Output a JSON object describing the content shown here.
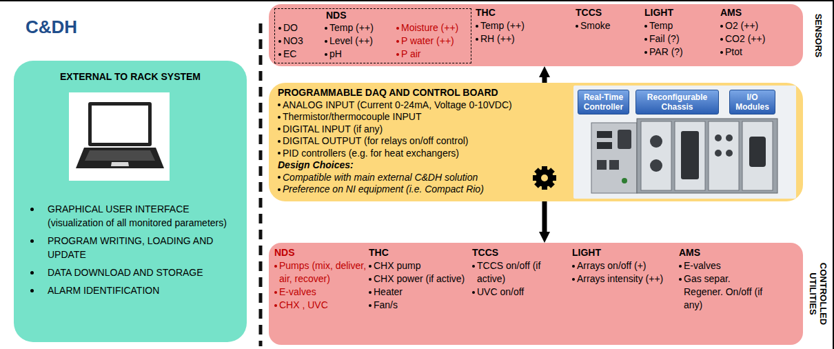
{
  "diagram": {
    "title": "C&DH",
    "nodes": [
      {
        "text": [
          "EXTERNAL TO RACK SYSTEM",
          "GRAPHICAL USER INTERFACE (visualization of all monitored parameters)",
          "PROGRAM WRITING, LOADING AND UPDATE",
          "DATA DOWNLOAD AND STORAGE",
          "ALARM IDENTIFICATION"
        ]
      },
      {
        "text": [
          "SENSORS",
          "THC",
          "Temp (++)",
          "RH (++)",
          "TCCS",
          "Smoke",
          "LIGHT",
          "Temp",
          "Fail (?)",
          "PAR (?)",
          "AMS",
          "O2 (++)",
          "CO2 (++)",
          "Ptot"
        ]
      },
      {
        "text": [
          "NDS",
          "DO",
          "NO3",
          "EC",
          "Temp (++)",
          "Level (++)",
          "pH",
          "Moisture (++)",
          "P water (++)",
          "P air"
        ],
        "in": 1
      },
      {
        "text": [
          "PROGRAMMABLE DAQ AND CONTROL BOARD",
          "ANALOG INPUT (Current 0-24mA, Voltage 0-10VDC)",
          "Thermistor/thermocouple INPUT",
          "DIGITAL INPUT (if any)",
          "DIGITAL OUTPUT (for relays on/off control)",
          "PID controllers (e.g. for heat exchangers)",
          "Design Choices:",
          "Compatible with main external C&DH solution",
          "Preference on NI equipment (i.e. Compact Rio)"
        ]
      },
      {
        "text": [
          "Real-Time Controller"
        ],
        "in": 3
      },
      {
        "text": [
          "Reconfigurable Chassis"
        ],
        "in": 3
      },
      {
        "text": [
          "I/O Modules"
        ],
        "in": 3
      },
      {
        "text": [
          "CONTROLLED UTILITIES",
          "NDS",
          "Pumps (mix, deliver, air, recover)",
          "E-valves",
          "CHX , UVC",
          "THC",
          "CHX pump",
          "CHX power (if active)",
          "Heater",
          "Fan/s",
          "TCCS",
          "TCCS on/off (if active)",
          "UVC on/off",
          "LIGHT",
          "Arrays on/off (+)",
          "Arrays intensity (++)",
          "AMS",
          "E-valves",
          "Gas separ. Regener. On/off (if any)"
        ]
      }
    ],
    "edges": [
      {
        "from": 3,
        "to": 1,
        "arrow": "to"
      },
      {
        "from": 3,
        "to": 7,
        "arrow": "to"
      }
    ]
  }
}
